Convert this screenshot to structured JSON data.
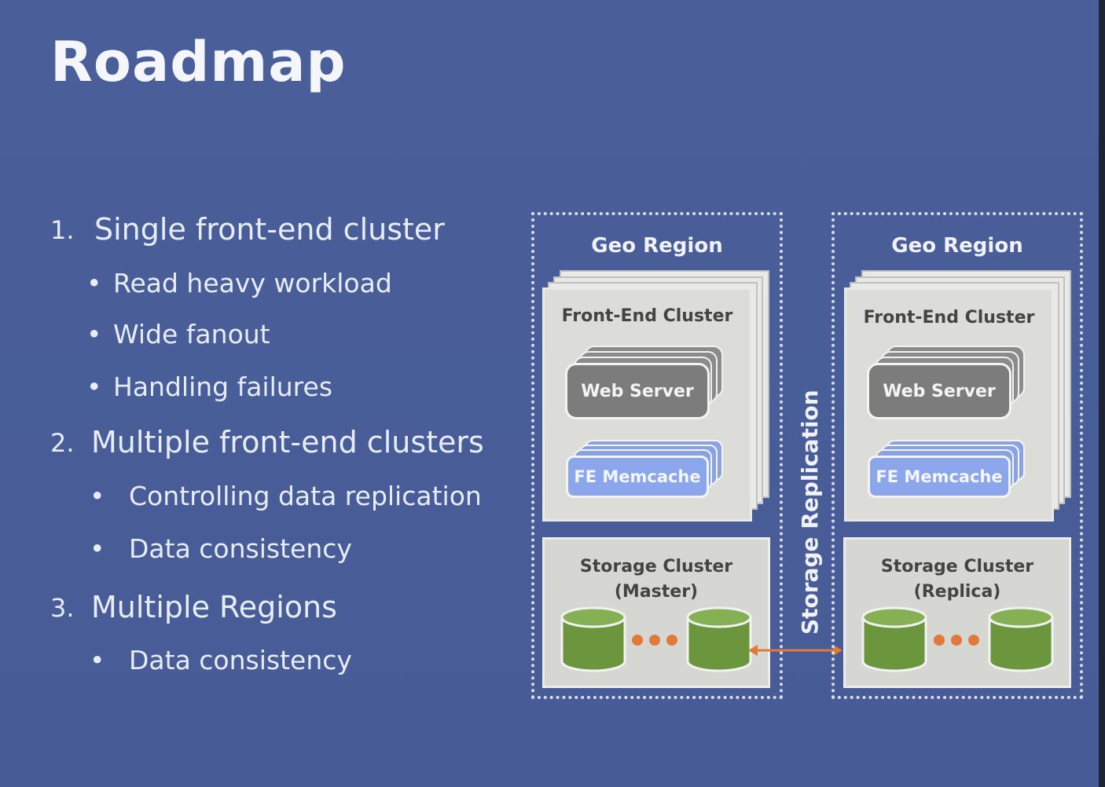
{
  "slide": {
    "title": "Roadmap",
    "outline": [
      {
        "num": "1.",
        "text": "Single front-end cluster"
      },
      {
        "bullet": "•",
        "text": "Read heavy workload"
      },
      {
        "bullet": "•",
        "text": "Wide fanout"
      },
      {
        "bullet": "•",
        "text": "Handling failures"
      },
      {
        "num": "2.",
        "text": "Multiple front-end clusters"
      },
      {
        "bullet": "•",
        "text": "Controlling data replication"
      },
      {
        "bullet": "•",
        "text": "Data consistency"
      },
      {
        "num": "3.",
        "text": "Multiple Regions"
      },
      {
        "bullet": "•",
        "text": "Data consistency"
      }
    ]
  },
  "diagram": {
    "regions": [
      {
        "geo_label": "Geo Region",
        "fe_cluster_label": "Front-End Cluster",
        "web_server_label": "Web Server",
        "memcache_label": "FE Memcache",
        "storage_label_line1": "Storage Cluster",
        "storage_label_line2": "(Master)"
      },
      {
        "geo_label": "Geo Region",
        "fe_cluster_label": "Front-End Cluster",
        "web_server_label": "Web Server",
        "memcache_label": "FE Memcache",
        "storage_label_line1": "Storage Cluster",
        "storage_label_line2": "(Replica)"
      }
    ],
    "replication_label": "Storage Replication",
    "colors": {
      "background": "#4a5f9a",
      "web_server": "#7b7c7b",
      "memcache": "#8ba6ea",
      "database": "#6b963e",
      "arrow": "#e07a3a"
    }
  }
}
